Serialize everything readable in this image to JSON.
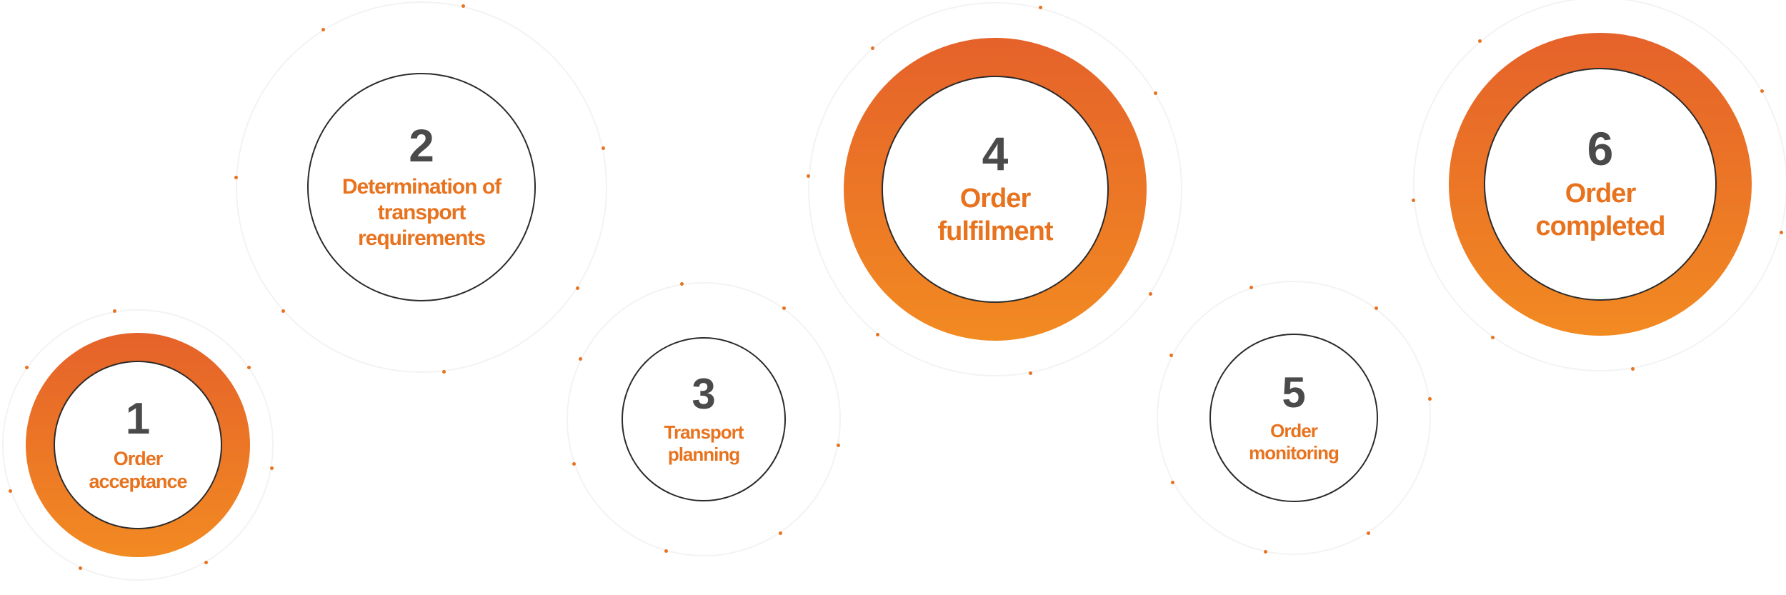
{
  "steps": [
    {
      "number": "1",
      "label": "Order acceptance",
      "highlighted": true
    },
    {
      "number": "2",
      "label": "Determination of transport requirements",
      "highlighted": false
    },
    {
      "number": "3",
      "label": "Transport planning",
      "highlighted": false
    },
    {
      "number": "4",
      "label": "Order fulfilment",
      "highlighted": true
    },
    {
      "number": "5",
      "label": "Order monitoring",
      "highlighted": false
    },
    {
      "number": "6",
      "label": "Order completed",
      "highlighted": true
    }
  ],
  "colors": {
    "accent": "#e8731f",
    "gradient_top": "#e5622a",
    "gradient_bottom": "#f28a22",
    "number": "#4a4a4a"
  }
}
